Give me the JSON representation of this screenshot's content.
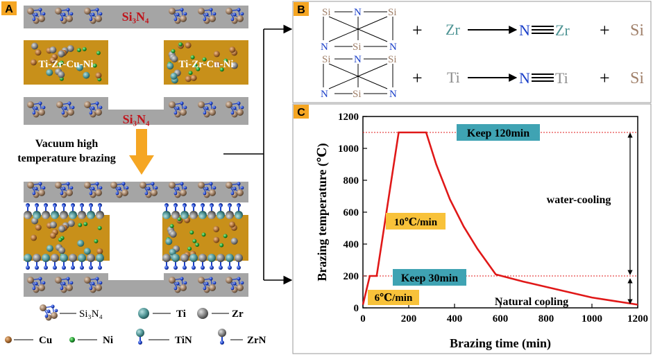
{
  "panel_labels": {
    "a": "A",
    "b": "B",
    "c": "C"
  },
  "colors": {
    "accent_orange": "#f5a623",
    "si3n4_red": "#c0141c",
    "filler_gold": "#c8901a",
    "substrate_gray": "#a5a5a5",
    "nitrogen_blue": "#1a3fc8",
    "silicon_tan": "#a0806a",
    "zr_teal": "#4e9494",
    "ti_gray": "#8c8c8c",
    "curve_red": "#e01818",
    "callout_teal": "#3fa3b3",
    "callout_gold": "#f8c23a"
  },
  "panel_a": {
    "si3n4_top": "Si₃N₄",
    "si3n4_bottom": "Si₃N₄",
    "filler_left": "Ti-Zr-Cu-Ni",
    "filler_right": "Ti-Zr-Cu-Ni",
    "process_line1": "Vacuum high",
    "process_line2": "temperature brazing"
  },
  "legend": {
    "si3n4": "Si₃N₄",
    "ti": "Ti",
    "zr": "Zr",
    "cu": "Cu",
    "ni": "Ni",
    "tin": "TiN",
    "zrn": "ZrN"
  },
  "panel_b": {
    "si": "Si",
    "n": "N",
    "plus": "+",
    "zr": "Zr",
    "ti": "Ti",
    "product_n": "N",
    "product_zr": "Zr",
    "product_ti": "Ti",
    "product_si": "Si"
  },
  "chart_data": {
    "type": "line",
    "xlabel": "Brazing time (min)",
    "ylabel": "Brazing temperature (℃)",
    "xlim": [
      0,
      1200
    ],
    "ylim": [
      0,
      1200
    ],
    "xticks": [
      "0",
      "200",
      "400",
      "600",
      "800",
      "1000",
      "1200"
    ],
    "yticks": [
      "0",
      "200",
      "400",
      "600",
      "800",
      "1000",
      "1200"
    ],
    "grid": false,
    "series": [
      {
        "x": [
          0,
          30,
          60,
          156,
          276,
          320,
          380,
          440,
          500,
          560,
          580,
          700,
          850,
          1000,
          1200
        ],
        "y": [
          20,
          200,
          200,
          1100,
          1100,
          900,
          680,
          510,
          370,
          250,
          210,
          165,
          115,
          65,
          20
        ]
      }
    ],
    "reference_lines": [
      1100,
      200
    ],
    "annotations": {
      "keep_120": "Keep 120min",
      "keep_30": "Keep 30min",
      "rate_10": "10℃/min",
      "rate_6": "6℃/min",
      "water_cooling": "water-cooling",
      "natural_cooling": "Natural cooling"
    }
  }
}
